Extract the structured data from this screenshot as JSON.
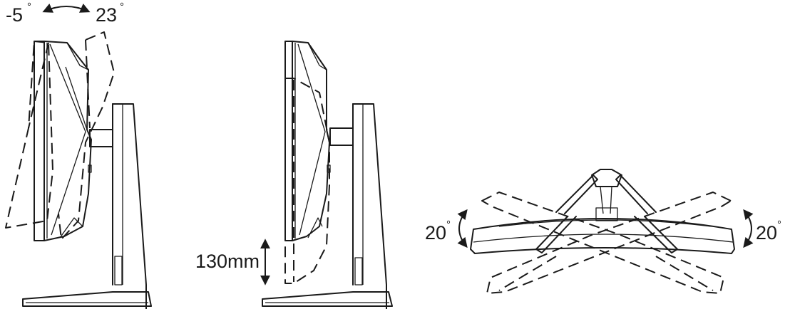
{
  "tilt": {
    "min": "-5",
    "max": "23",
    "degree_symbol": "°"
  },
  "height": {
    "range": "130mm"
  },
  "swivel": {
    "left": "20",
    "right": "20",
    "degree_symbol": "°"
  },
  "colors": {
    "ink": "#1a1a1a",
    "background": "#ffffff"
  },
  "icons": [
    "double-arrow-icon",
    "vertical-double-arrow-icon",
    "curved-arrow-icon"
  ]
}
